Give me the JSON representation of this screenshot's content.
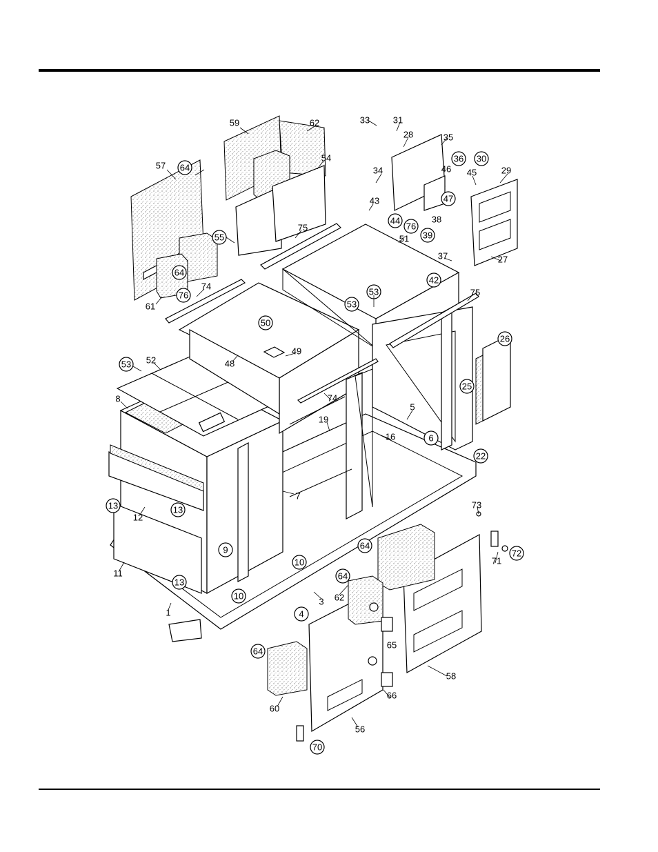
{
  "labels": [
    {
      "t": "33",
      "c": false
    },
    {
      "t": "31",
      "c": false
    },
    {
      "t": "28",
      "c": false
    },
    {
      "t": "35",
      "c": false
    },
    {
      "t": "59",
      "c": false
    },
    {
      "t": "62",
      "c": false
    },
    {
      "t": "36",
      "c": true
    },
    {
      "t": "30",
      "c": true
    },
    {
      "t": "57",
      "c": false
    },
    {
      "t": "54",
      "c": false
    },
    {
      "t": "64",
      "c": true
    },
    {
      "t": "34",
      "c": false
    },
    {
      "t": "46",
      "c": false
    },
    {
      "t": "45",
      "c": false
    },
    {
      "t": "29",
      "c": false
    },
    {
      "t": "47",
      "c": true
    },
    {
      "t": "43",
      "c": false
    },
    {
      "t": "44",
      "c": true
    },
    {
      "t": "38",
      "c": false
    },
    {
      "t": "39",
      "c": true
    },
    {
      "t": "55",
      "c": true
    },
    {
      "t": "75",
      "c": false
    },
    {
      "t": "76",
      "c": true
    },
    {
      "t": "51",
      "c": false
    },
    {
      "t": "37",
      "c": false
    },
    {
      "t": "27",
      "c": false
    },
    {
      "t": "64",
      "c": true
    },
    {
      "t": "42",
      "c": true
    },
    {
      "t": "74",
      "c": false
    },
    {
      "t": "61",
      "c": false
    },
    {
      "t": "76",
      "c": true
    },
    {
      "t": "53",
      "c": true
    },
    {
      "t": "53",
      "c": true
    },
    {
      "t": "75",
      "c": false
    },
    {
      "t": "50",
      "c": true
    },
    {
      "t": "49",
      "c": false
    },
    {
      "t": "48",
      "c": false
    },
    {
      "t": "26",
      "c": true
    },
    {
      "t": "53",
      "c": true
    },
    {
      "t": "52",
      "c": false
    },
    {
      "t": "25",
      "c": true
    },
    {
      "t": "8",
      "c": false
    },
    {
      "t": "74",
      "c": false
    },
    {
      "t": "19",
      "c": false
    },
    {
      "t": "5",
      "c": false
    },
    {
      "t": "16",
      "c": false
    },
    {
      "t": "6",
      "c": true
    },
    {
      "t": "22",
      "c": true
    },
    {
      "t": "7",
      "c": false
    },
    {
      "t": "13",
      "c": true
    },
    {
      "t": "13",
      "c": true
    },
    {
      "t": "12",
      "c": false
    },
    {
      "t": "73",
      "c": false
    },
    {
      "t": "9",
      "c": true
    },
    {
      "t": "72",
      "c": true
    },
    {
      "t": "71",
      "c": false
    },
    {
      "t": "10",
      "c": true
    },
    {
      "t": "64",
      "c": true
    },
    {
      "t": "11",
      "c": false
    },
    {
      "t": "64",
      "c": true
    },
    {
      "t": "13",
      "c": true
    },
    {
      "t": "62",
      "c": false
    },
    {
      "t": "10",
      "c": true
    },
    {
      "t": "3",
      "c": false
    },
    {
      "t": "1",
      "c": false
    },
    {
      "t": "4",
      "c": true
    },
    {
      "t": "65",
      "c": false
    },
    {
      "t": "64",
      "c": true
    },
    {
      "t": "58",
      "c": false
    },
    {
      "t": "66",
      "c": false
    },
    {
      "t": "60",
      "c": false
    },
    {
      "t": "56",
      "c": false
    },
    {
      "t": "70",
      "c": true
    }
  ]
}
